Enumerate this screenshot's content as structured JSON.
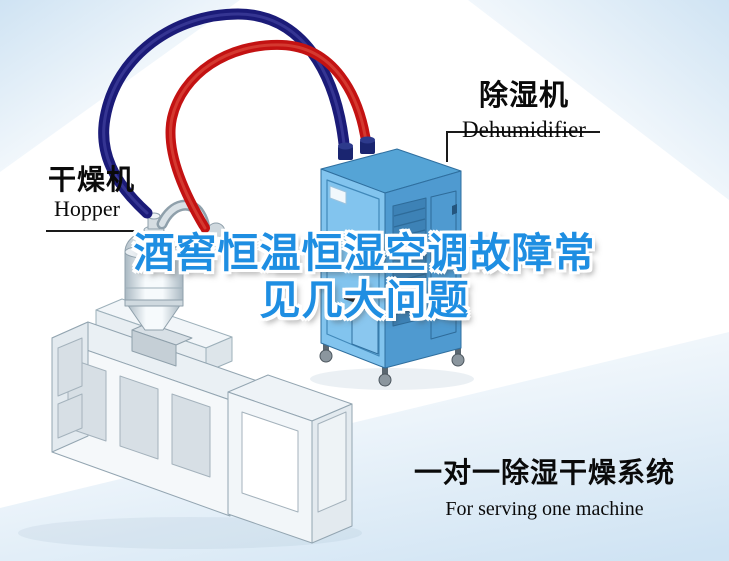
{
  "poster": {
    "headline": {
      "line1": "酒窖恒温恒湿空调故障常",
      "line2": "见几大问题"
    },
    "machine_labels": {
      "hopper": {
        "cn": "干燥机",
        "en": "Hopper"
      },
      "dehumidifier": {
        "cn": "除湿机",
        "en": "Dehumidifier"
      }
    },
    "footer": {
      "cn": "一对一除湿干燥系统",
      "en": "For serving one machine"
    },
    "icons": {
      "red_hose": "red-hose",
      "blue_hose": "blue-hose",
      "dehumidifier_unit": "dehumidifier-machine",
      "hopper_unit": "hopper-dryer",
      "extruder_unit": "extruder-machine"
    },
    "colors": {
      "headline_blue": "#1e8ee2",
      "pipe_red": "#c31212",
      "pipe_blue": "#1b1b78",
      "dehumidifier_front": "#82c4ee",
      "dehumidifier_side": "#4f9ad0",
      "dehumidifier_top": "#55a4d6",
      "corner_wash": "#cfe3f3",
      "label_text": "#0a0a0a"
    }
  }
}
